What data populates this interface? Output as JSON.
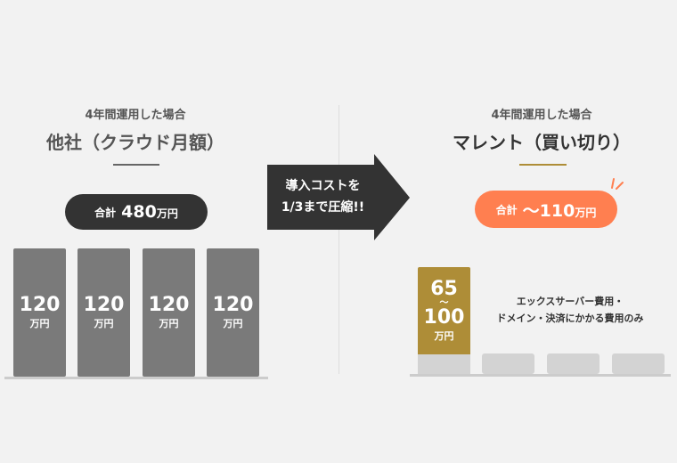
{
  "left": {
    "subtitle": "4年間運用した場合",
    "title": "他社（クラウド月額）",
    "total": {
      "label": "合計",
      "value": "480",
      "unit": "万円"
    },
    "bars": [
      {
        "value": "120",
        "unit": "万円"
      },
      {
        "value": "120",
        "unit": "万円"
      },
      {
        "value": "120",
        "unit": "万円"
      },
      {
        "value": "120",
        "unit": "万円"
      }
    ]
  },
  "arrow": {
    "line1": "導入コストを",
    "line2": "1/3まで圧縮!!"
  },
  "right": {
    "subtitle": "4年間運用した場合",
    "title": "マレント（買い切り）",
    "total": {
      "label": "合計",
      "value": "〜110",
      "unit": "万円"
    },
    "bar": {
      "top": "65",
      "tilde": "〜",
      "bottom": "100",
      "unit": "万円"
    },
    "note1": "エックスサーバー費用・",
    "note2": "ドメイン・決済にかかる費用のみ"
  },
  "colors": {
    "dark": "#333333",
    "gray": "#7a7a7a",
    "gold": "#ae8d37",
    "orange": "#ff7f50"
  }
}
